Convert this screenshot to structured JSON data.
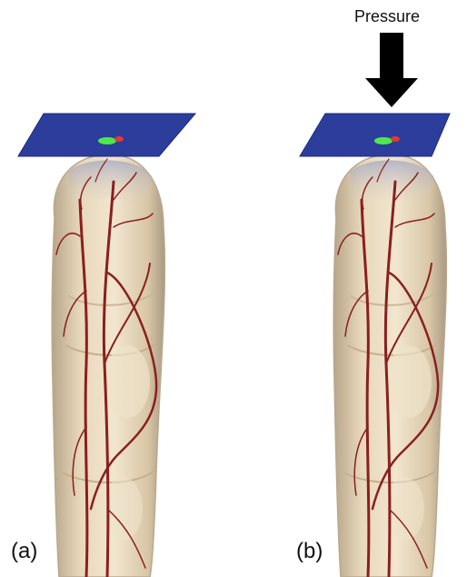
{
  "panels": [
    {
      "label": "(a)"
    },
    {
      "label": "(b)"
    }
  ],
  "pressure": {
    "label": "Pressure"
  },
  "colors": {
    "plate": "#2c3d9c",
    "plate_edge": "#1a2a80",
    "sensor_green": "#4fe84a",
    "sensor_red": "#e8382a",
    "vessel": "#8a1f1f",
    "skin": "#e7d6b8",
    "arrow": "#000000"
  }
}
